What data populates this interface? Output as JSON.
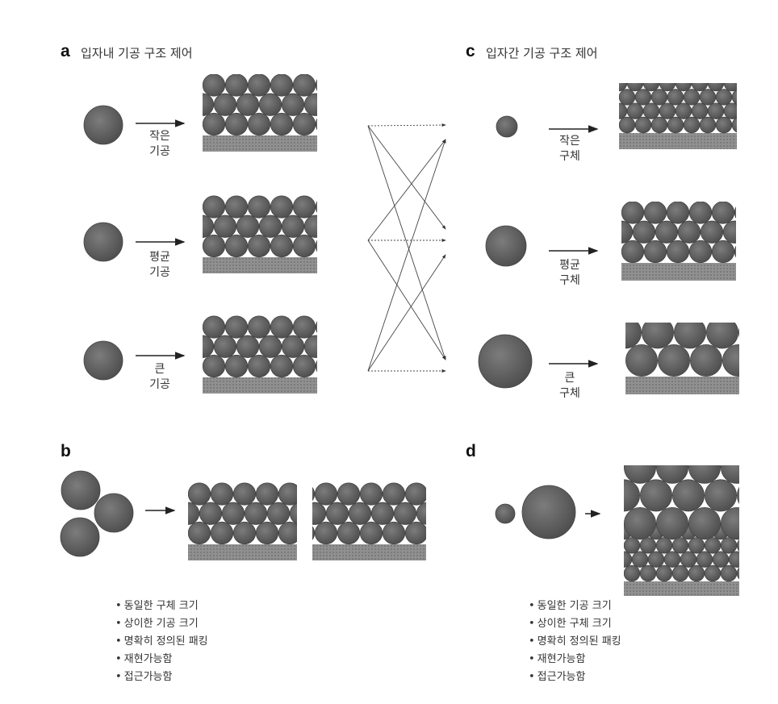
{
  "panel_a": {
    "letter": "a",
    "title": "입자내 기공 구조 제어",
    "rows": [
      {
        "line1": "작은",
        "line2": "기공"
      },
      {
        "line1": "평균",
        "line2": "기공"
      },
      {
        "line1": "큰",
        "line2": "기공"
      }
    ]
  },
  "panel_b": {
    "letter": "b",
    "bullets": [
      "동일한 구체 크기",
      "상이한 기공 크기",
      "명확히 정의된 패킹",
      "재현가능함",
      "접근가능함"
    ]
  },
  "panel_c": {
    "letter": "c",
    "title": "입자간 기공 구조 제어",
    "rows": [
      {
        "line1": "작은",
        "line2": "구체"
      },
      {
        "line1": "평균",
        "line2": "구체"
      },
      {
        "line1": "큰",
        "line2": "구체"
      }
    ]
  },
  "panel_d": {
    "letter": "d",
    "bullets": [
      "동일한 기공 크기",
      "상이한 구체 크기",
      "명확히 정의된 패킹",
      "재현가능함",
      "접근가능함"
    ]
  },
  "colors": {
    "sphere": "#6a6a6a",
    "sphere_dark": "#4e4e4e",
    "substrate": "#8a8a8a",
    "arrow": "#333333"
  }
}
